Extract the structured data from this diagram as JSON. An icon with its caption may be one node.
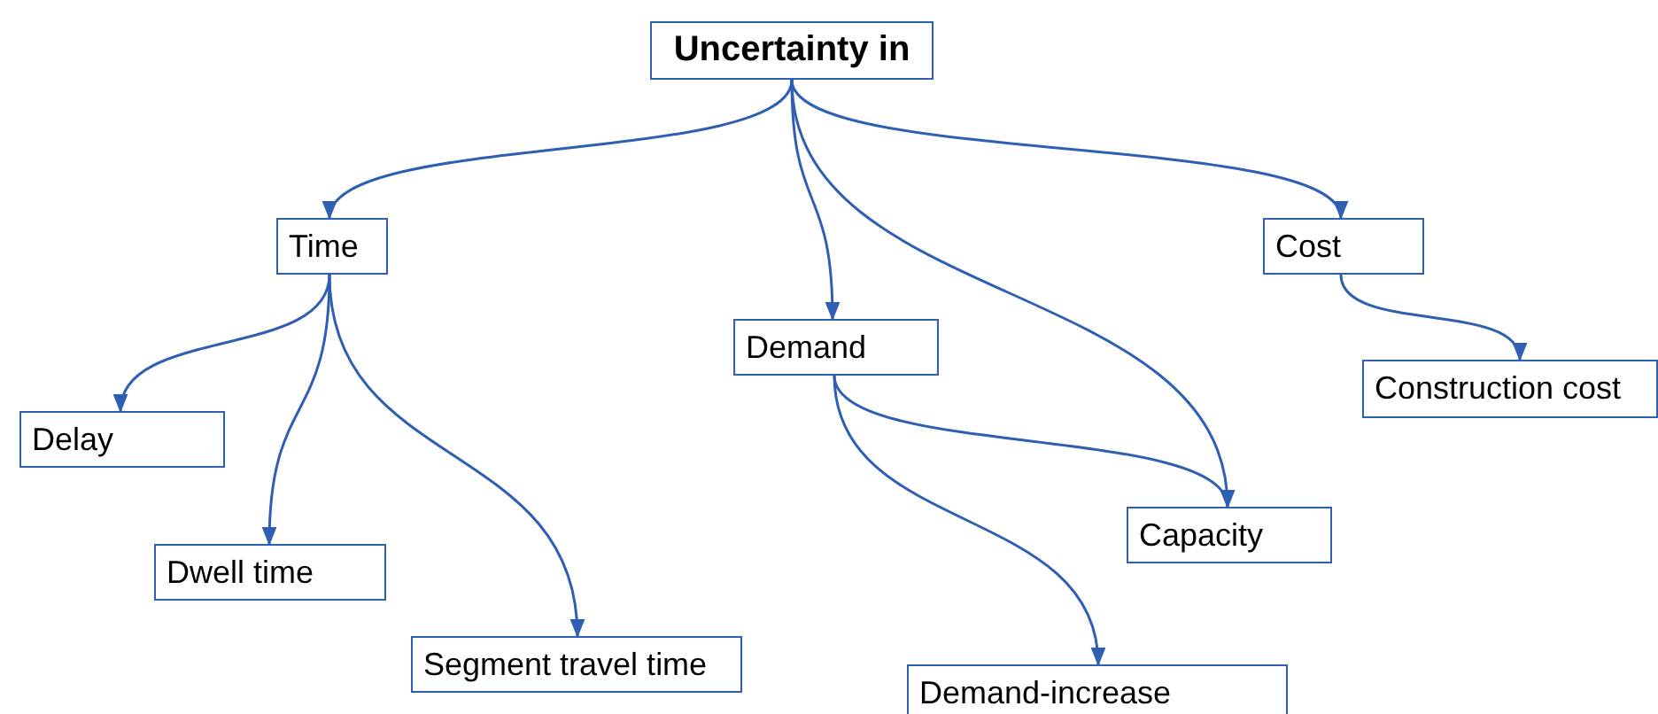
{
  "diagram": {
    "nodes": [
      {
        "text": [
          "Uncertainty in"
        ]
      },
      {
        "text": [
          "Time"
        ]
      },
      {
        "text": [
          "Demand"
        ]
      },
      {
        "text": [
          "Cost"
        ]
      },
      {
        "text": [
          "Delay"
        ]
      },
      {
        "text": [
          "Dwell time"
        ]
      },
      {
        "text": [
          "Segment travel time"
        ]
      },
      {
        "text": [
          "Capacity"
        ]
      },
      {
        "text": [
          "Construction cost"
        ]
      },
      {
        "text": [
          "Demand-increase"
        ]
      }
    ],
    "edges": [
      {
        "from": 0,
        "to": 1,
        "arrow": "to"
      },
      {
        "from": 0,
        "to": 2,
        "arrow": "to"
      },
      {
        "from": 0,
        "to": 7,
        "arrow": "to"
      },
      {
        "from": 0,
        "to": 3,
        "arrow": "to"
      },
      {
        "from": 1,
        "to": 4,
        "arrow": "to"
      },
      {
        "from": 1,
        "to": 5,
        "arrow": "to"
      },
      {
        "from": 1,
        "to": 6,
        "arrow": "to"
      },
      {
        "from": 2,
        "to": 7,
        "arrow": "to"
      },
      {
        "from": 2,
        "to": 9,
        "arrow": "to"
      },
      {
        "from": 3,
        "to": 8,
        "arrow": "to"
      }
    ]
  }
}
